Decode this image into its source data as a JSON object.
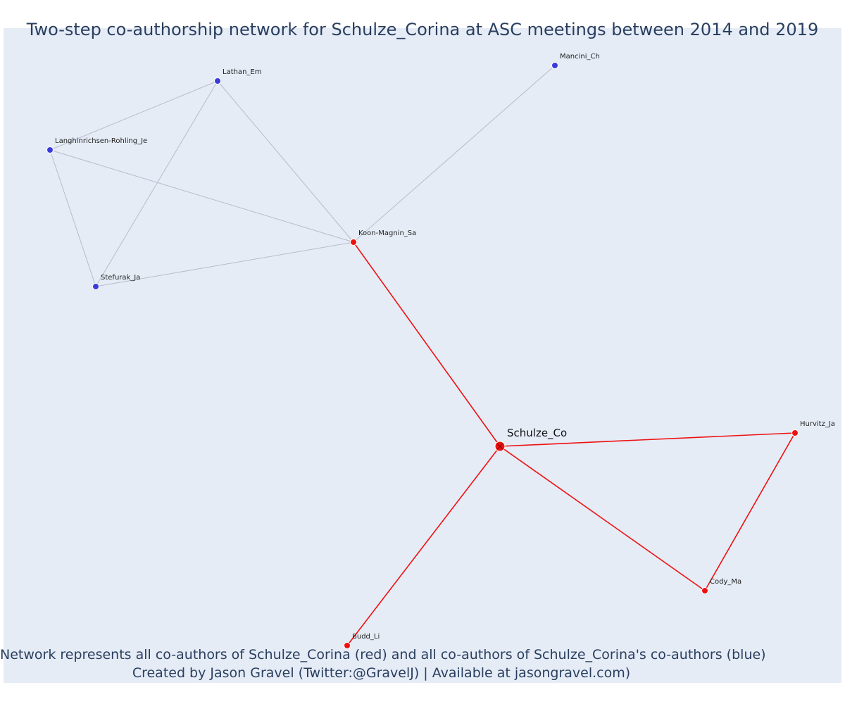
{
  "title": "Two-step co-authorship network for Schulze_Corina at ASC meetings between 2014 and 2019",
  "captions": [
    "Network represents all co-authors of Schulze_Corina (red) and all co-authors of Schulze_Corina's co-authors (blue)",
    "Created by Jason Gravel (Twitter:@GravelJ) | Available at jasongravel.com)"
  ],
  "colors": {
    "background": "#e5ecf6",
    "first_step": "#ee1111",
    "second_step": "#3b3bdb",
    "second_step_edge": "#b7bccb",
    "text": "#2a3f5f"
  },
  "network": {
    "nodes": [
      {
        "id": "Schulze_Co",
        "label": "Schulze_Co",
        "group": "focal"
      },
      {
        "id": "Koon-Magnin_Sa",
        "label": "Koon-Magnin_Sa",
        "group": "first"
      },
      {
        "id": "Hurvitz_Ja",
        "label": "Hurvitz_Ja",
        "group": "first"
      },
      {
        "id": "Cody_Ma",
        "label": "Cody_Ma",
        "group": "first"
      },
      {
        "id": "Budd_Li",
        "label": "Budd_Li",
        "group": "first"
      },
      {
        "id": "Lathan_Em",
        "label": "Lathan_Em",
        "group": "second"
      },
      {
        "id": "Mancini_Ch",
        "label": "Mancini_Ch",
        "group": "second"
      },
      {
        "id": "Langhinrichsen-Rohling_Je",
        "label": "Langhinrichsen-Rohling_Je",
        "group": "second"
      },
      {
        "id": "Stefurak_Ja",
        "label": "Stefurak_Ja",
        "group": "second"
      }
    ],
    "edges": [
      {
        "source": "Schulze_Co",
        "target": "Koon-Magnin_Sa",
        "group": "first"
      },
      {
        "source": "Schulze_Co",
        "target": "Hurvitz_Ja",
        "group": "first"
      },
      {
        "source": "Schulze_Co",
        "target": "Cody_Ma",
        "group": "first"
      },
      {
        "source": "Schulze_Co",
        "target": "Budd_Li",
        "group": "first"
      },
      {
        "source": "Hurvitz_Ja",
        "target": "Cody_Ma",
        "group": "first"
      },
      {
        "source": "Koon-Magnin_Sa",
        "target": "Lathan_Em",
        "group": "second"
      },
      {
        "source": "Koon-Magnin_Sa",
        "target": "Mancini_Ch",
        "group": "second"
      },
      {
        "source": "Koon-Magnin_Sa",
        "target": "Langhinrichsen-Rohling_Je",
        "group": "second"
      },
      {
        "source": "Koon-Magnin_Sa",
        "target": "Stefurak_Ja",
        "group": "second"
      },
      {
        "source": "Lathan_Em",
        "target": "Langhinrichsen-Rohling_Je",
        "group": "second"
      },
      {
        "source": "Lathan_Em",
        "target": "Stefurak_Ja",
        "group": "second"
      },
      {
        "source": "Langhinrichsen-Rohling_Je",
        "target": "Stefurak_Ja",
        "group": "second"
      }
    ]
  }
}
